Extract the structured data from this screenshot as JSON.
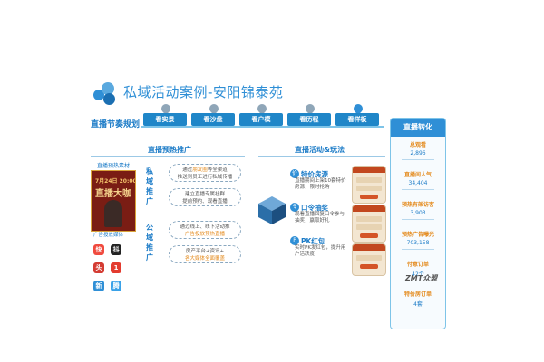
{
  "header": {
    "title": "私域活动案例-安阳锦泰苑"
  },
  "timeline": {
    "label": "直播节奏规划",
    "stages": [
      "看实景",
      "看沙盘",
      "看户模",
      "看历程",
      "看样板"
    ]
  },
  "promo": {
    "title": "直播预热推广",
    "poster_caption": "直播预热素材",
    "poster_text_top": "7月24日 20:00",
    "poster_text_big": "直播大咖",
    "media_caption": "广告投放媒体",
    "apps": [
      "快",
      "抖",
      "头",
      "1",
      "新",
      "腾"
    ],
    "private_label": "私域推广",
    "public_label": "公域推广",
    "private_boxes": [
      {
        "before": "通过",
        "hl": "朋友圈",
        "after": "等全渠道",
        "line2": "推送到员工进行私域传播"
      },
      {
        "before": "建立直播专属社群",
        "hl": "",
        "after": "",
        "line2": "提前预约、观看直播"
      }
    ],
    "public_boxes": [
      {
        "before": "通过线上、线下活动推",
        "hl": "",
        "after": "",
        "line2": "广告投放预热直播"
      },
      {
        "before": "房产平台+资讯+",
        "hl": "",
        "after": "",
        "line2": "各大媒体全面覆盖"
      }
    ]
  },
  "activity": {
    "title": "直播活动&玩法",
    "features": [
      {
        "icon": "价",
        "name": "特价房源",
        "desc": "直播期间上架10套特价房源，限时抢购"
      },
      {
        "icon": "令",
        "name": "口令抽奖",
        "desc": "观看直播回复口令参与抽奖，赢取好礼"
      },
      {
        "icon": "P",
        "name": "PK红包",
        "desc": "实时PK发红包，提升用户活跃度"
      }
    ]
  },
  "conversion": {
    "title": "直播转化",
    "metrics": [
      {
        "label": "总观看",
        "value": "2,896"
      },
      {
        "label": "直播间人气",
        "value": "34,404"
      },
      {
        "label": "预热有效访客",
        "value": "3,903"
      },
      {
        "label": "预热广告曝光",
        "value": "703,158"
      },
      {
        "label": "付意订单",
        "value": "42个"
      },
      {
        "label": "特价房订单",
        "value": "4套"
      }
    ]
  },
  "watermark": "ZMT众盟",
  "colors": {
    "accent": "#2f8fd6",
    "highlight": "#e48a1c"
  }
}
